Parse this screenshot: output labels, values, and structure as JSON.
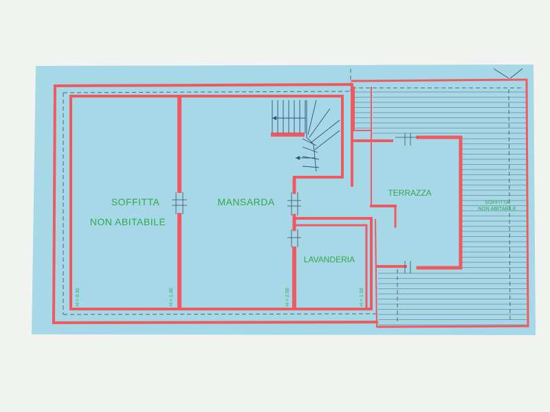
{
  "rooms": {
    "soffitta_line1": "SOFFITTA",
    "soffitta_line2": "NON ABITABILE",
    "mansarda": "MANSARDA",
    "lavanderia": "LAVANDERIA",
    "terrazza": "TERRAZZA",
    "roof_line1": "SOFFITTA",
    "roof_line2": "NON ABITABILE"
  },
  "heights": {
    "h1": "H = 0.30",
    "h2": "H = 1.30",
    "h3": "H = 2.50",
    "h4": "H = 1.50"
  },
  "colors": {
    "paper": "#f1f3f1",
    "plan_background": "#a7d8e8",
    "wall": "#ee5a5f",
    "label": "#2fa84a",
    "stairs": "#2f4f7a"
  }
}
